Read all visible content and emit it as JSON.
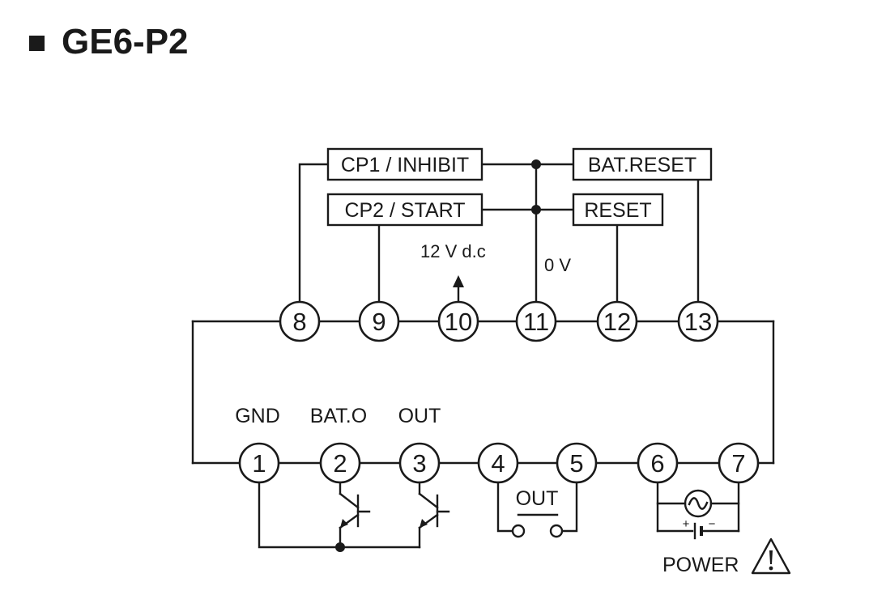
{
  "title": "GE6-P2",
  "top_boxes": {
    "cp1": "CP1 / INHIBIT",
    "cp2": "CP2 / START",
    "bat_reset": "BAT.RESET",
    "reset": "RESET"
  },
  "pin_labels": {
    "supply": "12 V d.c",
    "zero": "0 V",
    "gnd": "GND",
    "bat_o": "BAT.O",
    "out": "OUT",
    "relay_out": "OUT",
    "power": "POWER",
    "plus": "+",
    "minus": "−"
  },
  "terminals": {
    "top": [
      "8",
      "9",
      "10",
      "11",
      "12",
      "13"
    ],
    "bottom": [
      "1",
      "2",
      "3",
      "4",
      "5",
      "6",
      "7"
    ]
  },
  "icons": {
    "title_marker": "square-bullet-icon",
    "ac_source": "ac-source-icon",
    "dc_source": "battery-icon",
    "warning": "warning-triangle-icon",
    "transistor": "npn-transistor-icon",
    "arrow": "arrow-up-icon"
  }
}
